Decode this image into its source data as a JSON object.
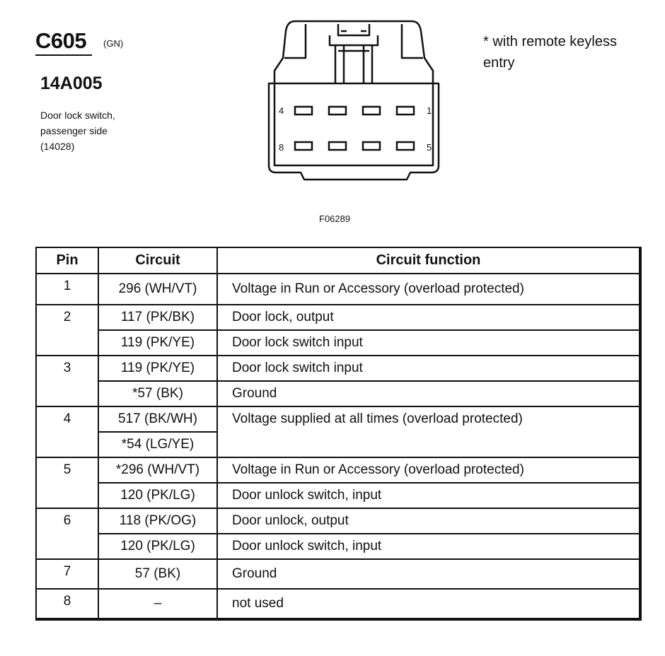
{
  "connector": {
    "id": "C605",
    "color": "(GN)",
    "part_number": "14A005",
    "description_lines": [
      "Door lock switch,",
      "passenger side",
      "(14028)"
    ]
  },
  "note_lines": [
    "* with remote keyless",
    "entry"
  ],
  "figure_ref": "F06289",
  "pin_labels": {
    "p4": "4",
    "p1": "1",
    "p8": "8",
    "p5": "5"
  },
  "table": {
    "headers": {
      "pin": "Pin",
      "circuit": "Circuit",
      "function": "Circuit function"
    },
    "rows": [
      {
        "pin": "1",
        "circuit": "296 (WH/VT)",
        "function": "Voltage in Run or Accessory (overload protected)"
      },
      {
        "pin": "2",
        "circuit": "117 (PK/BK)",
        "function": "Door lock, output"
      },
      {
        "circuit": "119 (PK/YE)",
        "function": "Door lock switch input"
      },
      {
        "pin": "3",
        "circuit": "119 (PK/YE)",
        "function": "Door lock switch input"
      },
      {
        "circuit": "*57 (BK)",
        "function": "Ground"
      },
      {
        "pin": "4",
        "circuit": "517 (BK/WH)",
        "function": "Voltage supplied at all times (overload protected)"
      },
      {
        "circuit": "*54 (LG/YE)"
      },
      {
        "pin": "5",
        "circuit": "*296 (WH/VT)",
        "function": "Voltage in Run or Accessory (overload protected)"
      },
      {
        "circuit": "120 (PK/LG)",
        "function": "Door unlock switch, input"
      },
      {
        "pin": "6",
        "circuit": "118 (PK/OG)",
        "function": "Door unlock, output"
      },
      {
        "circuit": "120 (PK/LG)",
        "function": "Door unlock switch, input"
      },
      {
        "pin": "7",
        "circuit": "57 (BK)",
        "function": "Ground"
      },
      {
        "pin": "8",
        "circuit": "–",
        "function": "not used"
      }
    ]
  }
}
